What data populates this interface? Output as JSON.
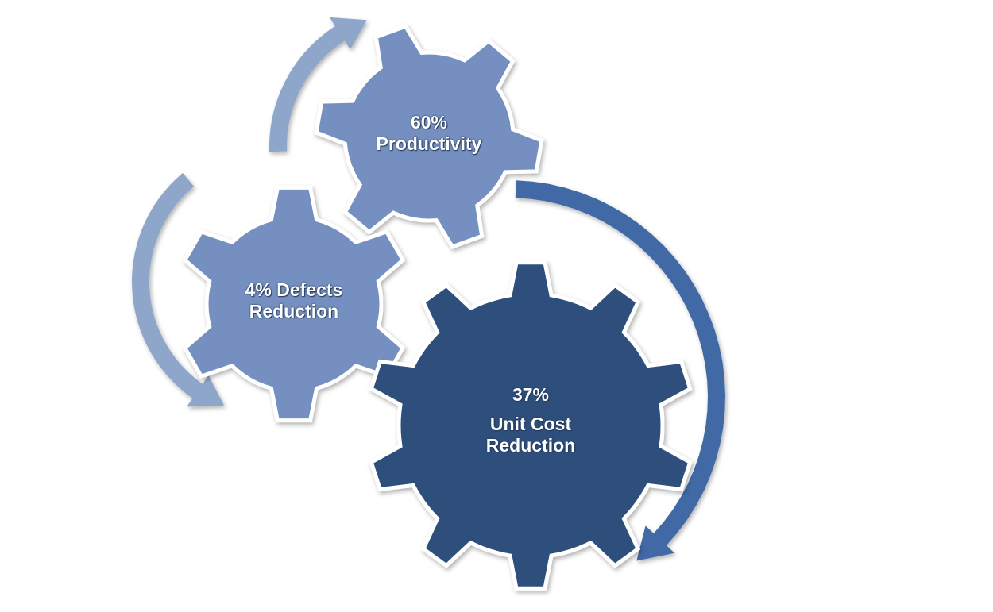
{
  "gears": [
    {
      "id": "productivity",
      "lines": [
        "60%",
        "Productivity"
      ],
      "color": "#7590c0",
      "teeth": 6
    },
    {
      "id": "defects",
      "lines": [
        "4% Defects",
        "Reduction"
      ],
      "color": "#7590c0",
      "teeth": 6
    },
    {
      "id": "unit-cost",
      "lines": [
        "37%",
        "Unit Cost",
        "Reduction"
      ],
      "color": "#2e4f7c",
      "teeth": 10
    }
  ],
  "arrows": {
    "light": "#8fa6cb",
    "dark": "#3f69a6"
  }
}
